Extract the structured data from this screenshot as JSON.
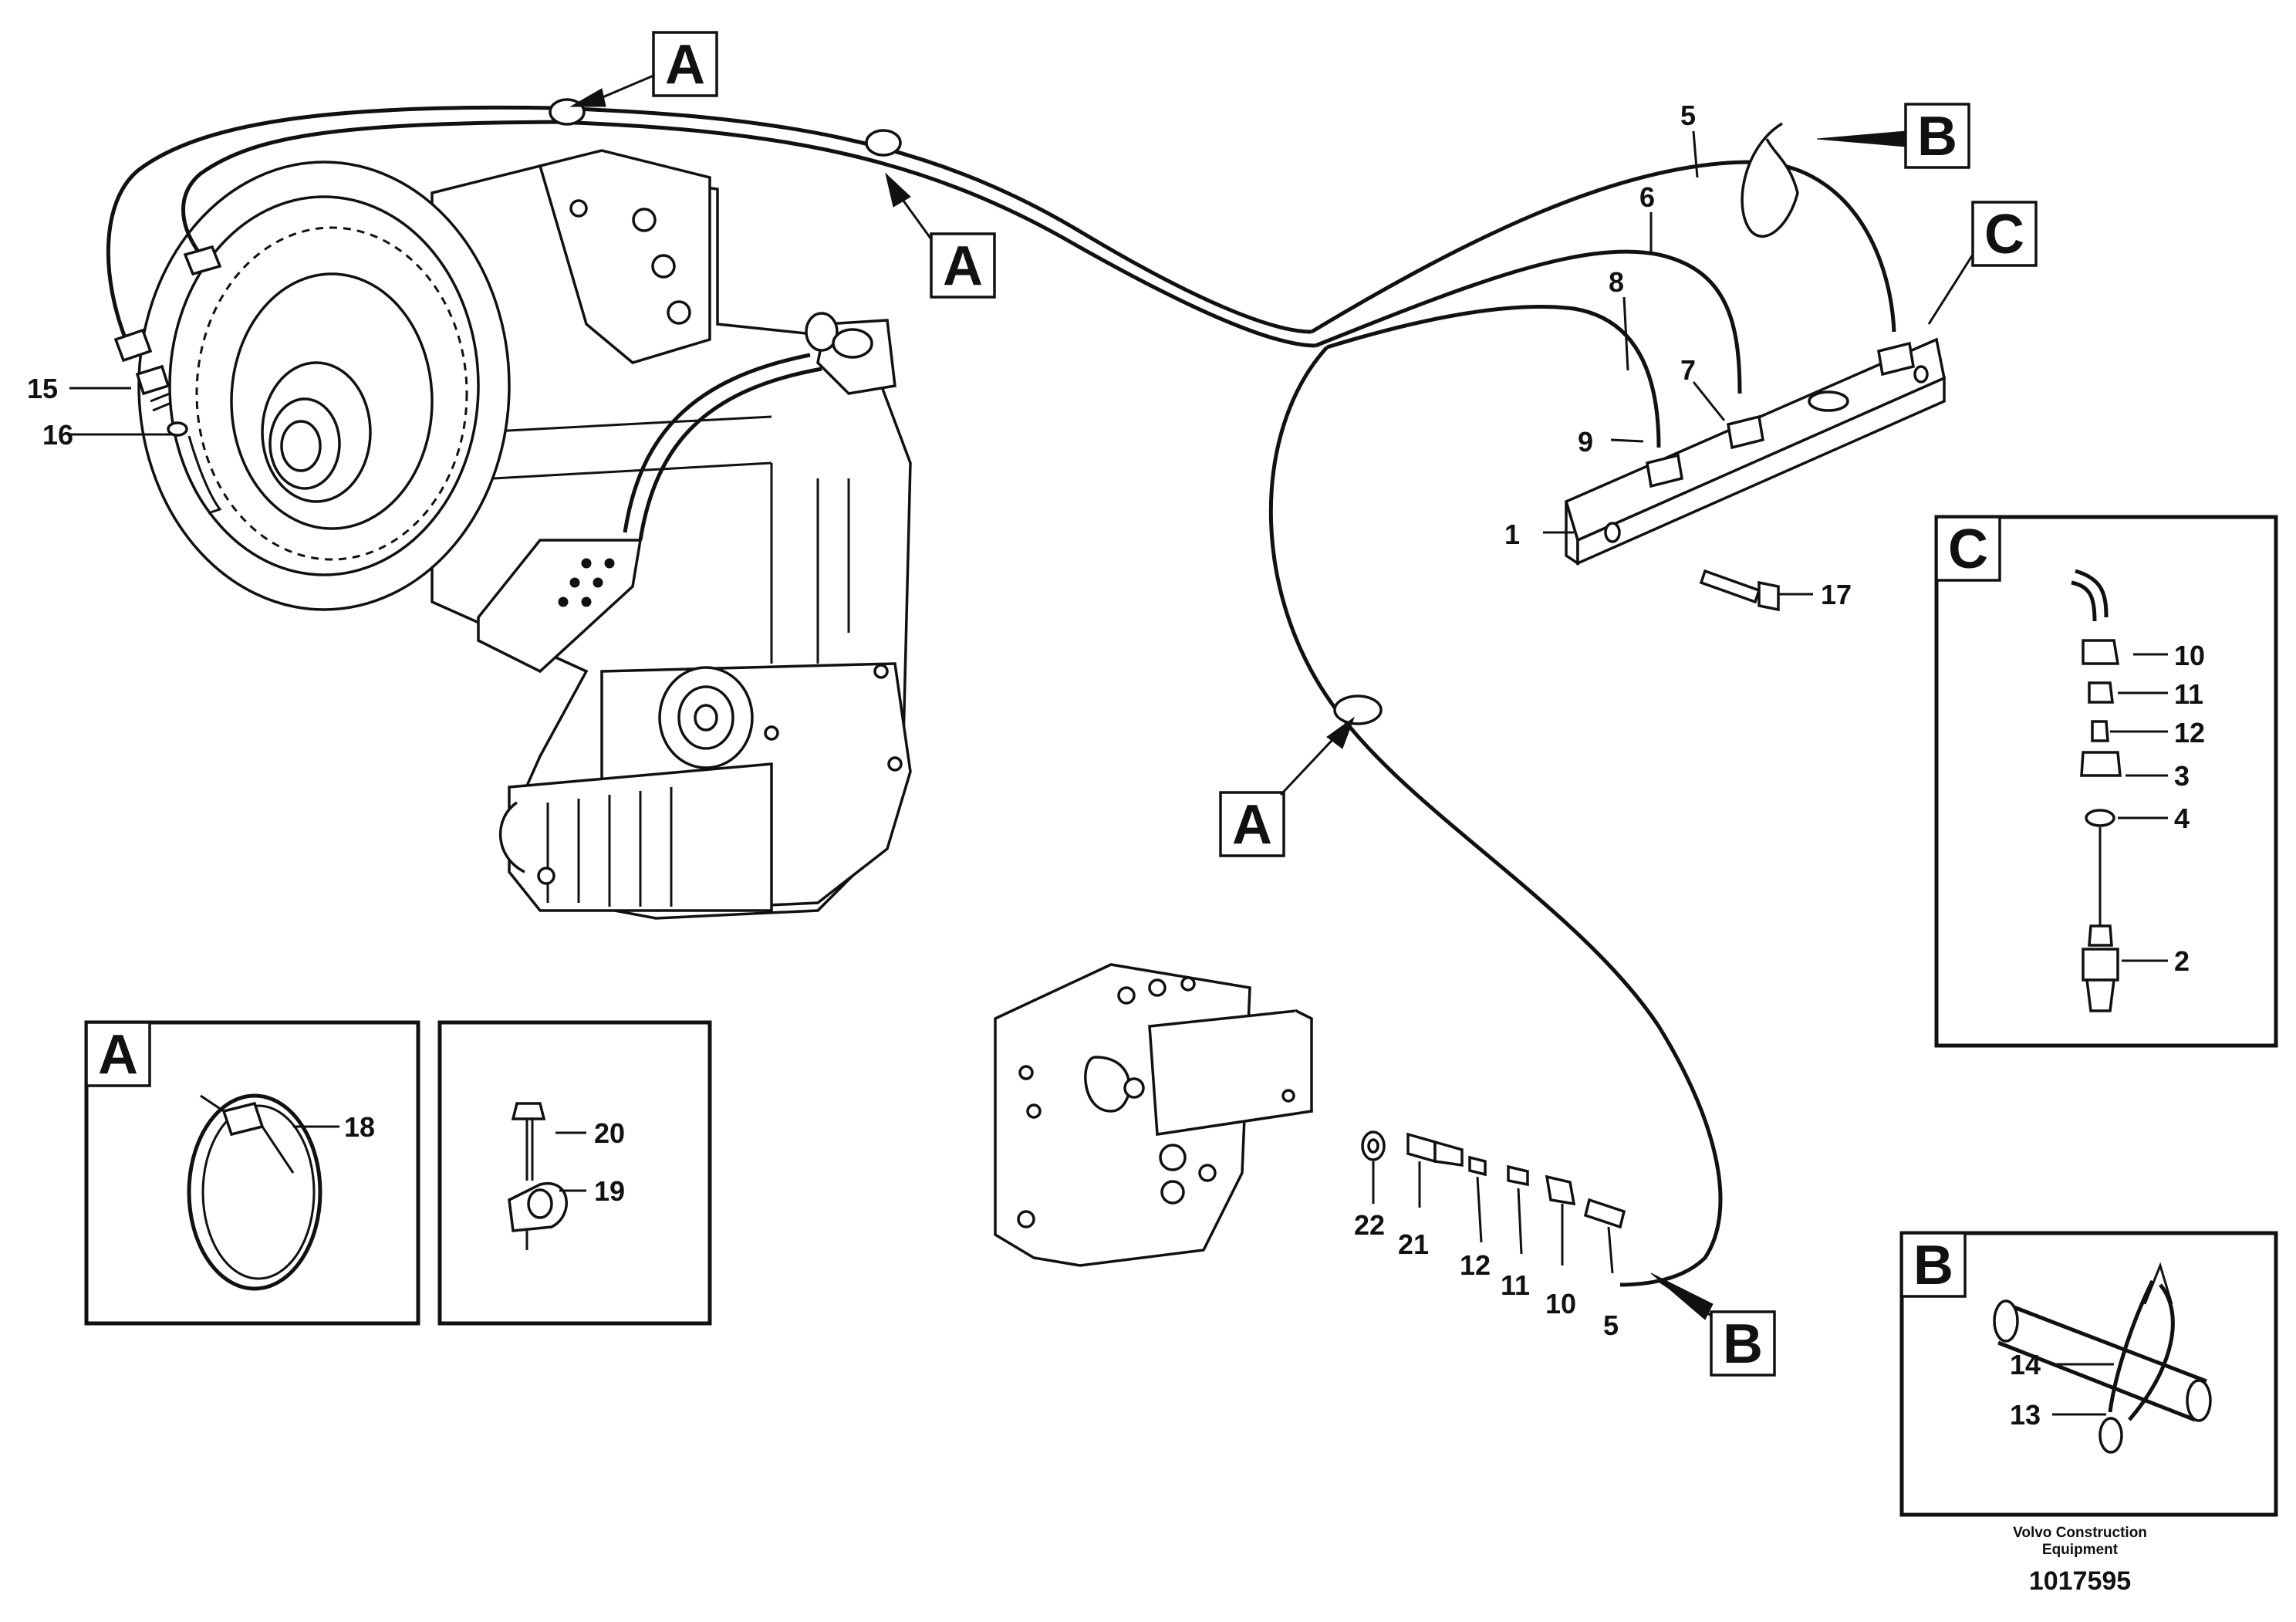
{
  "callout_letters": {
    "a": "A",
    "b": "B",
    "c": "C"
  },
  "part_numbers": {
    "p1": "1",
    "p2": "2",
    "p3": "3",
    "p4": "4",
    "p5": "5",
    "p6": "6",
    "p7": "7",
    "p8": "8",
    "p9": "9",
    "p10": "10",
    "p11": "11",
    "p12": "12",
    "p13": "13",
    "p14": "14",
    "p15": "15",
    "p16": "16",
    "p17": "17",
    "p18": "18",
    "p19": "19",
    "p20": "20",
    "p21": "21",
    "p22": "22"
  },
  "footer": {
    "company_line1": "Volvo Construction",
    "company_line2": "Equipment",
    "drawing_number": "1017595"
  }
}
